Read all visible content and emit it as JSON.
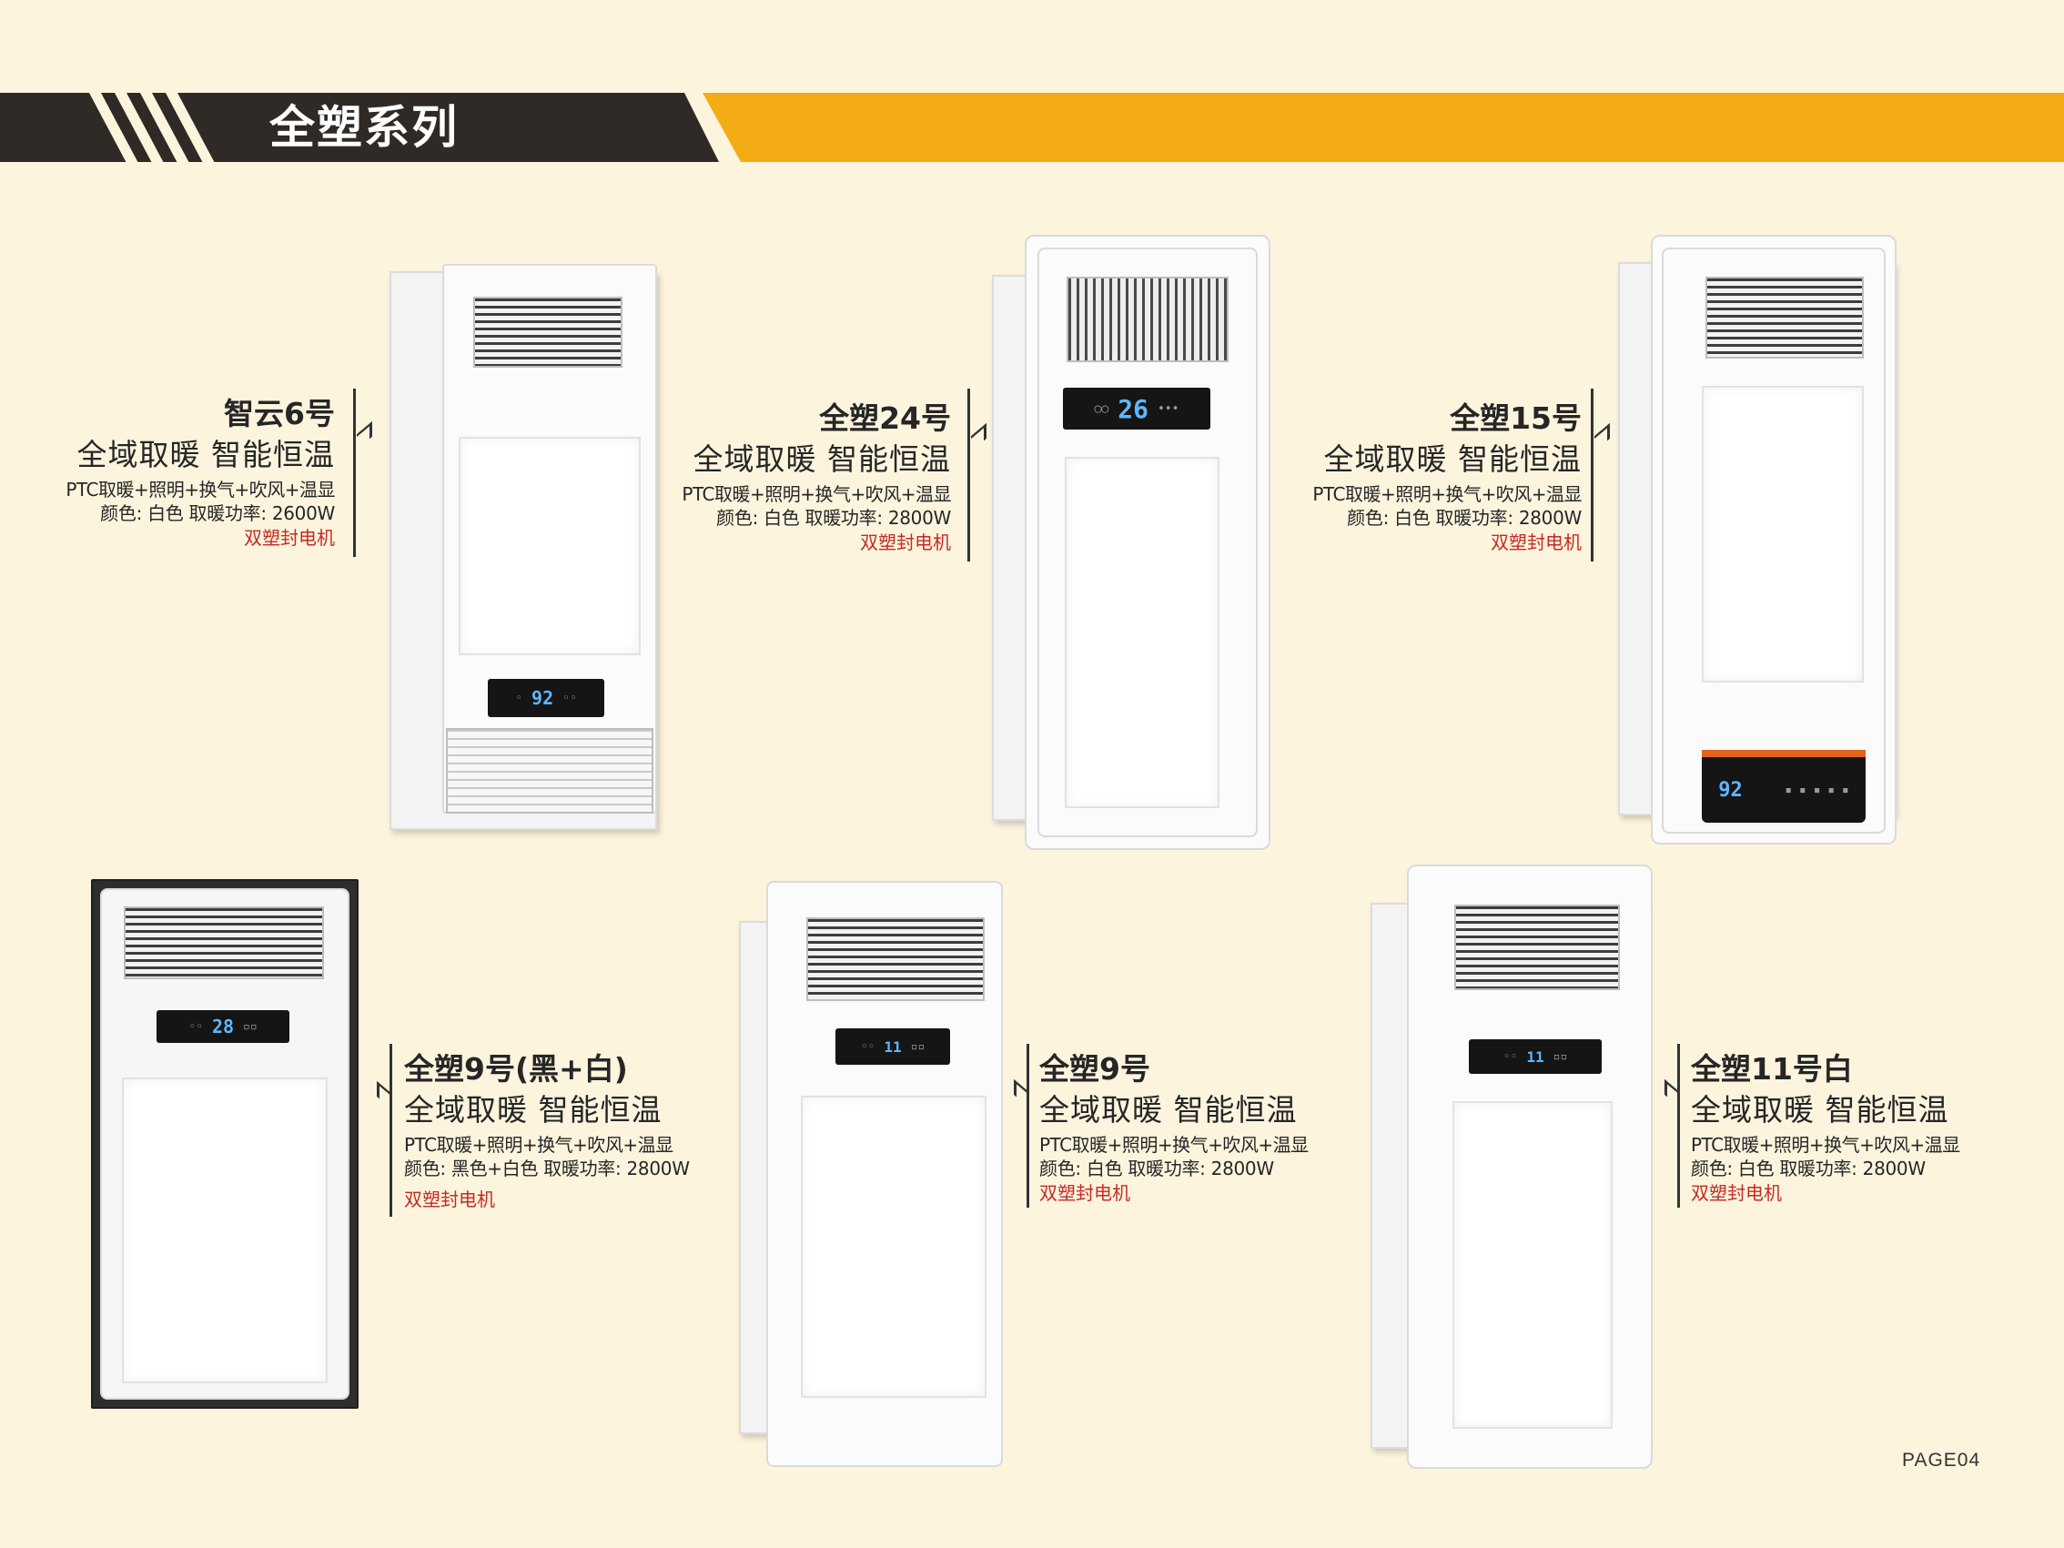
{
  "header": {
    "title": "全塑系列"
  },
  "products": [
    {
      "name": "智云6号",
      "slogan": "全域取暖  智能恒温",
      "features": "PTC取暖+照明+换气+吹风+温显",
      "spec": "颜色: 白色   取暖功率: 2600W",
      "motor": "双塑封电机"
    },
    {
      "name": "全塑24号",
      "slogan": "全域取暖  智能恒温",
      "features": "PTC取暖+照明+换气+吹风+温显",
      "spec": "颜色: 白色   取暖功率: 2800W",
      "motor": "双塑封电机",
      "display": "26"
    },
    {
      "name": "全塑15号",
      "slogan": "全域取暖  智能恒温",
      "features": "PTC取暖+照明+换气+吹风+温显",
      "spec": "颜色: 白色   取暖功率: 2800W",
      "motor": "双塑封电机",
      "display": "92"
    },
    {
      "name": "全塑9号(黑+白)",
      "slogan": "全域取暖  智能恒温",
      "features": "PTC取暖+照明+换气+吹风+温显",
      "spec": "颜色: 黑色+白色   取暖功率: 2800W",
      "motor": "双塑封电机",
      "display": "28"
    },
    {
      "name": "全塑9号",
      "slogan": "全域取暖  智能恒温",
      "features": "PTC取暖+照明+换气+吹风+温显",
      "spec": "颜色: 白色   取暖功率: 2800W",
      "motor": "双塑封电机",
      "display": "11"
    },
    {
      "name": "全塑11号白",
      "slogan": "全域取暖  智能恒温",
      "features": "PTC取暖+照明+换气+吹风+温显",
      "spec": "颜色: 白色   取暖功率: 2800W",
      "motor": "双塑封电机",
      "display": "11"
    }
  ],
  "footer": {
    "page": "PAGE04"
  },
  "colors": {
    "band_dark": "#2f2a26",
    "band_gold": "#f4ac14",
    "background": "#fdf4de",
    "motor_text": "#c62a24"
  }
}
